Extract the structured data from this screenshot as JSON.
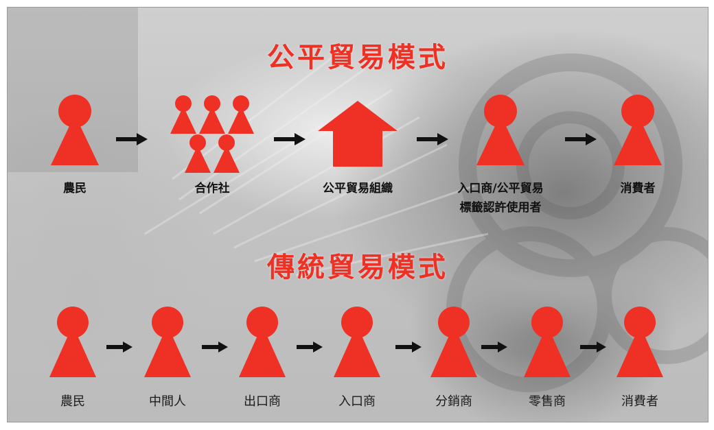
{
  "fair_trade": {
    "title": "公平貿易模式",
    "nodes": [
      {
        "label": "農民",
        "icon": "person-icon"
      },
      {
        "label": "合作社",
        "icon": "group-icon"
      },
      {
        "label": "公平貿易組織",
        "icon": "house-icon"
      },
      {
        "label_line1": "入口商/公平貿易",
        "label_line2": "標籤認許使用者",
        "icon": "person-icon"
      },
      {
        "label": "消費者",
        "icon": "person-icon"
      }
    ]
  },
  "traditional_trade": {
    "title": "傳統貿易模式",
    "nodes": [
      {
        "label": "農民"
      },
      {
        "label": "中間人"
      },
      {
        "label": "出口商"
      },
      {
        "label": "入口商"
      },
      {
        "label": "分銷商"
      },
      {
        "label": "零售商"
      },
      {
        "label": "消費者"
      }
    ]
  },
  "colors": {
    "accent": "#ee3124",
    "arrow": "#111111"
  }
}
